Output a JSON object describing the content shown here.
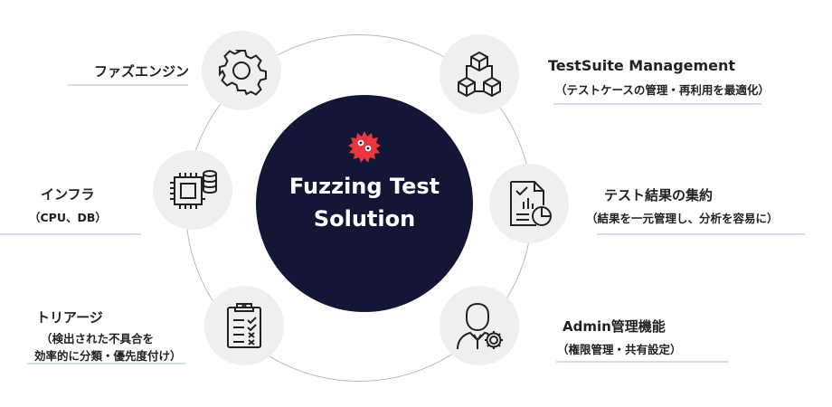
{
  "center": {
    "line1": "Fuzzing Test",
    "line2": "Solution"
  },
  "items": [
    {
      "title": "ファズエンジン"
    },
    {
      "title": "インフラ",
      "subtitle": "（CPU、DB）"
    },
    {
      "title": "トリアージ",
      "subtitle_line1": "（検出された不具合を",
      "subtitle_line2": "効率的に分類・優先度付け）"
    },
    {
      "title": "TestSuite Management",
      "subtitle": "（テストケースの管理・再利用を最適化）"
    },
    {
      "title": "テスト結果の集約",
      "subtitle": "（結果を一元管理し、分析を容易に）"
    },
    {
      "title": "Admin管理機能",
      "subtitle": "（権限管理・共有設定）"
    }
  ],
  "colors": {
    "core": "#131634",
    "mascot": "#e8383d",
    "underline": "#d3ddeb",
    "icon_bg": "#efefef"
  }
}
